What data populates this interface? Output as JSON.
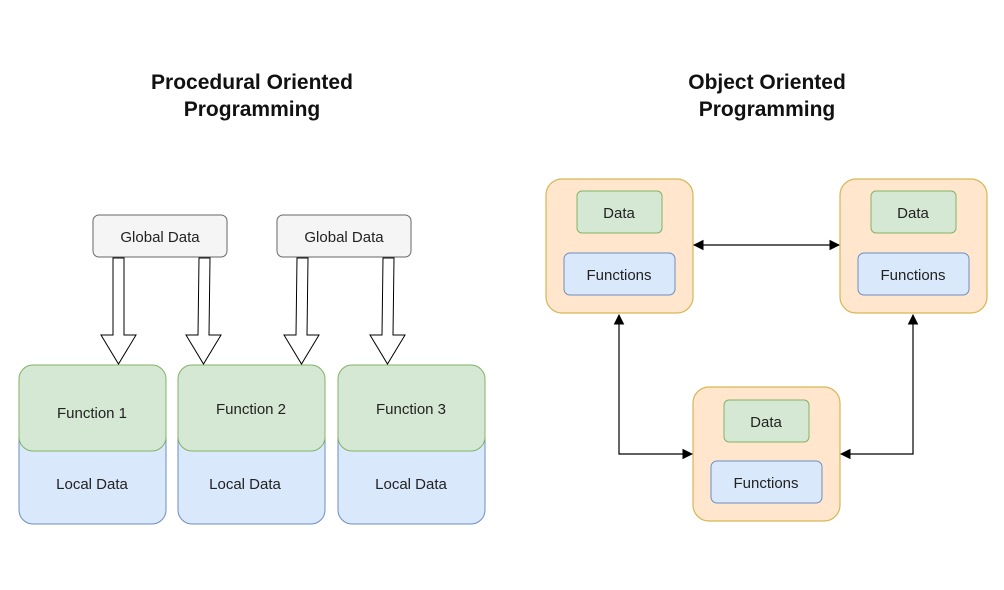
{
  "procedural": {
    "title_line1": "Procedural Oriented",
    "title_line2": "Programming",
    "global_data": [
      "Global Data",
      "Global Data"
    ],
    "functions": [
      {
        "name": "Function 1",
        "local": "Local Data"
      },
      {
        "name": "Function 2",
        "local": "Local Data"
      },
      {
        "name": "Function 3",
        "local": "Local Data"
      }
    ]
  },
  "object": {
    "title_line1": "Object Oriented",
    "title_line2": "Programming",
    "objects": [
      {
        "data": "Data",
        "functions": "Functions"
      },
      {
        "data": "Data",
        "functions": "Functions"
      },
      {
        "data": "Data",
        "functions": "Functions"
      }
    ]
  },
  "colors": {
    "green_fill": "#d5e8d4",
    "green_stroke": "#82b366",
    "blue_fill": "#dae8fc",
    "blue_stroke": "#6c8ebf",
    "orange_fill": "#ffe6cc",
    "orange_stroke": "#d6b656",
    "gray_fill": "#f5f5f5",
    "gray_stroke": "#666666"
  }
}
